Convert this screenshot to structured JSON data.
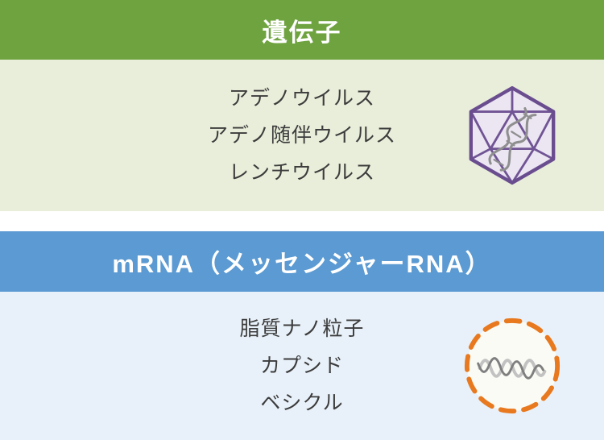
{
  "diagram": {
    "sections": [
      {
        "title": "遺伝子",
        "items": [
          "アデノウイルス",
          "アデノ随伴ウイルス",
          "レンチウイルス"
        ],
        "icon": "virus-capsid-icon",
        "header_color": "#6fa340",
        "body_color": "#e9eeda"
      },
      {
        "title": "mRNA（メッセンジャーRNA）",
        "items": [
          "脂質ナノ粒子",
          "カプシド",
          "ベシクル"
        ],
        "icon": "mrna-particle-icon",
        "header_color": "#5b9ad2",
        "body_color": "#e8f1f9"
      }
    ],
    "colors": {
      "capsid_purple": "#6a4d8f",
      "particle_orange": "#e8791f",
      "strand_gray": "#8f8f8f",
      "text": "#3c3c3c"
    }
  }
}
